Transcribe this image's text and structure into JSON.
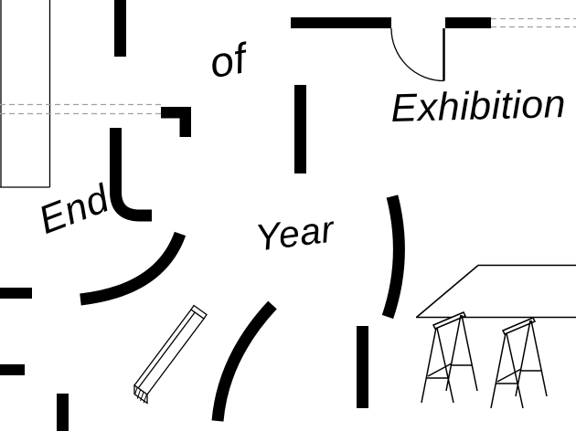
{
  "poster": {
    "words": {
      "end": "End",
      "of": "of",
      "year": "Year",
      "exhibition": "Exhibition"
    },
    "colors": {
      "ink": "#000000",
      "dashed_line": "#a0a0a0",
      "background": "#ffffff"
    },
    "icons": {
      "room": "room-outline-icon",
      "walls": "wall-segment-icon",
      "door": "door-swing-icon",
      "curved_walls": "curved-wall-icon",
      "plank": "plank-icon",
      "table": "trestle-table-icon"
    }
  }
}
